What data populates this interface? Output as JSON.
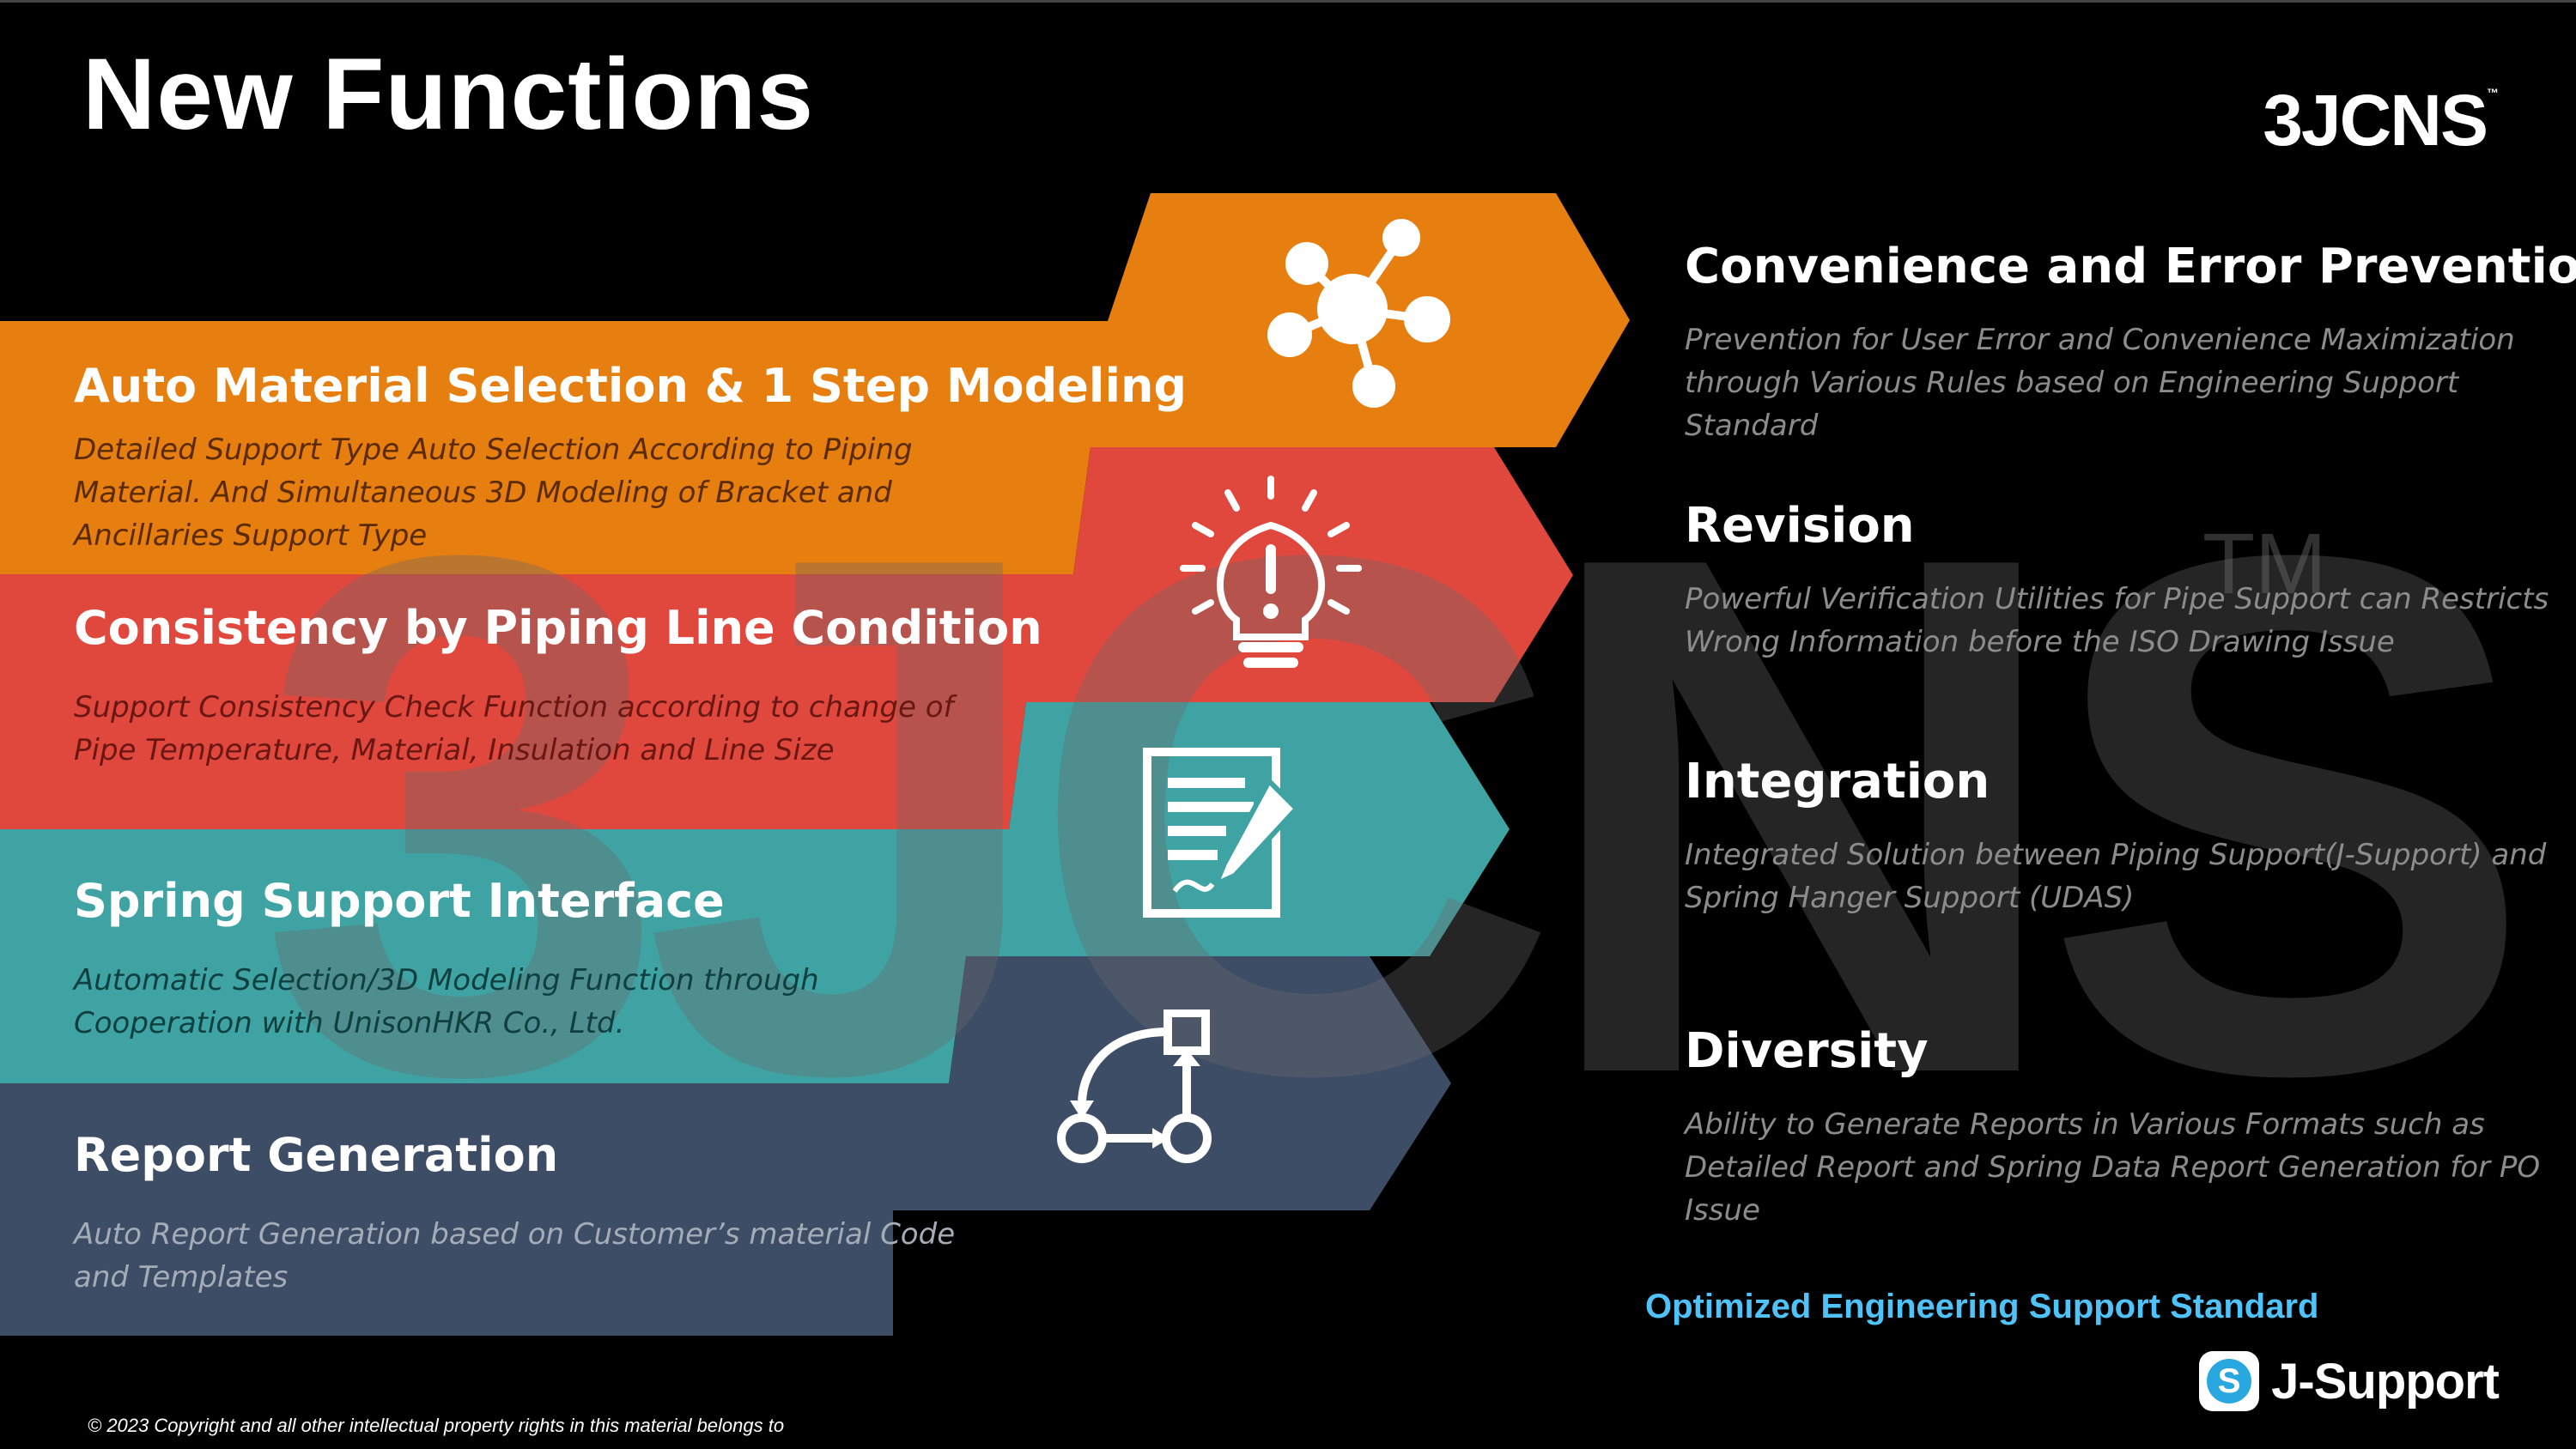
{
  "slide": {
    "title": "New Functions",
    "brand": "3JCNS",
    "watermark": "3JCNS",
    "watermark_tm": "TM"
  },
  "bands": [
    {
      "title": "Auto Material Selection & 1 Step Modeling",
      "desc": "Detailed Support Type Auto Selection According to Piping Material.  And Simultaneous 3D Modeling of Bracket and Ancillaries Support Type",
      "color": "#e67e10",
      "icon": "network-hub-icon"
    },
    {
      "title": "Consistency by Piping Line Condition",
      "desc": "Support Consistency Check Function according to change of Pipe Temperature, Material, Insulation and Line Size",
      "color": "#e0483d",
      "icon": "lightbulb-icon"
    },
    {
      "title": "Spring Support Interface",
      "desc": "Automatic Selection/3D Modeling Function through Cooperation with UnisonHKR Co., Ltd.",
      "color": "#3fa3a3",
      "icon": "document-pen-icon"
    },
    {
      "title": "Report Generation",
      "desc": "Auto Report Generation based on Customer’s material Code and Templates",
      "color": "#3e4d66",
      "icon": "workflow-icon"
    }
  ],
  "right": [
    {
      "title": "Convenience and Error Prevention",
      "desc": "Prevention for User Error and Convenience Maximization through Various Rules based on Engineering Support Standard"
    },
    {
      "title": "Revision",
      "desc": "Powerful Verification Utilities for Pipe Support can Restricts Wrong Information before the ISO Drawing Issue"
    },
    {
      "title": "Integration",
      "desc": "Integrated Solution between Piping Support(J-Support) and Spring Hanger Support (UDAS)"
    },
    {
      "title": "Diversity",
      "desc": "Ability to Generate Reports in Various Formats such as Detailed Report and Spring Data Report Generation for PO Issue"
    }
  ],
  "footer": {
    "tagline": "Optimized Engineering Support Standard",
    "product": "J-Support",
    "product_badge": "S",
    "copyright": "© 2023 Copyright and all other intellectual property rights in this material belongs to"
  }
}
